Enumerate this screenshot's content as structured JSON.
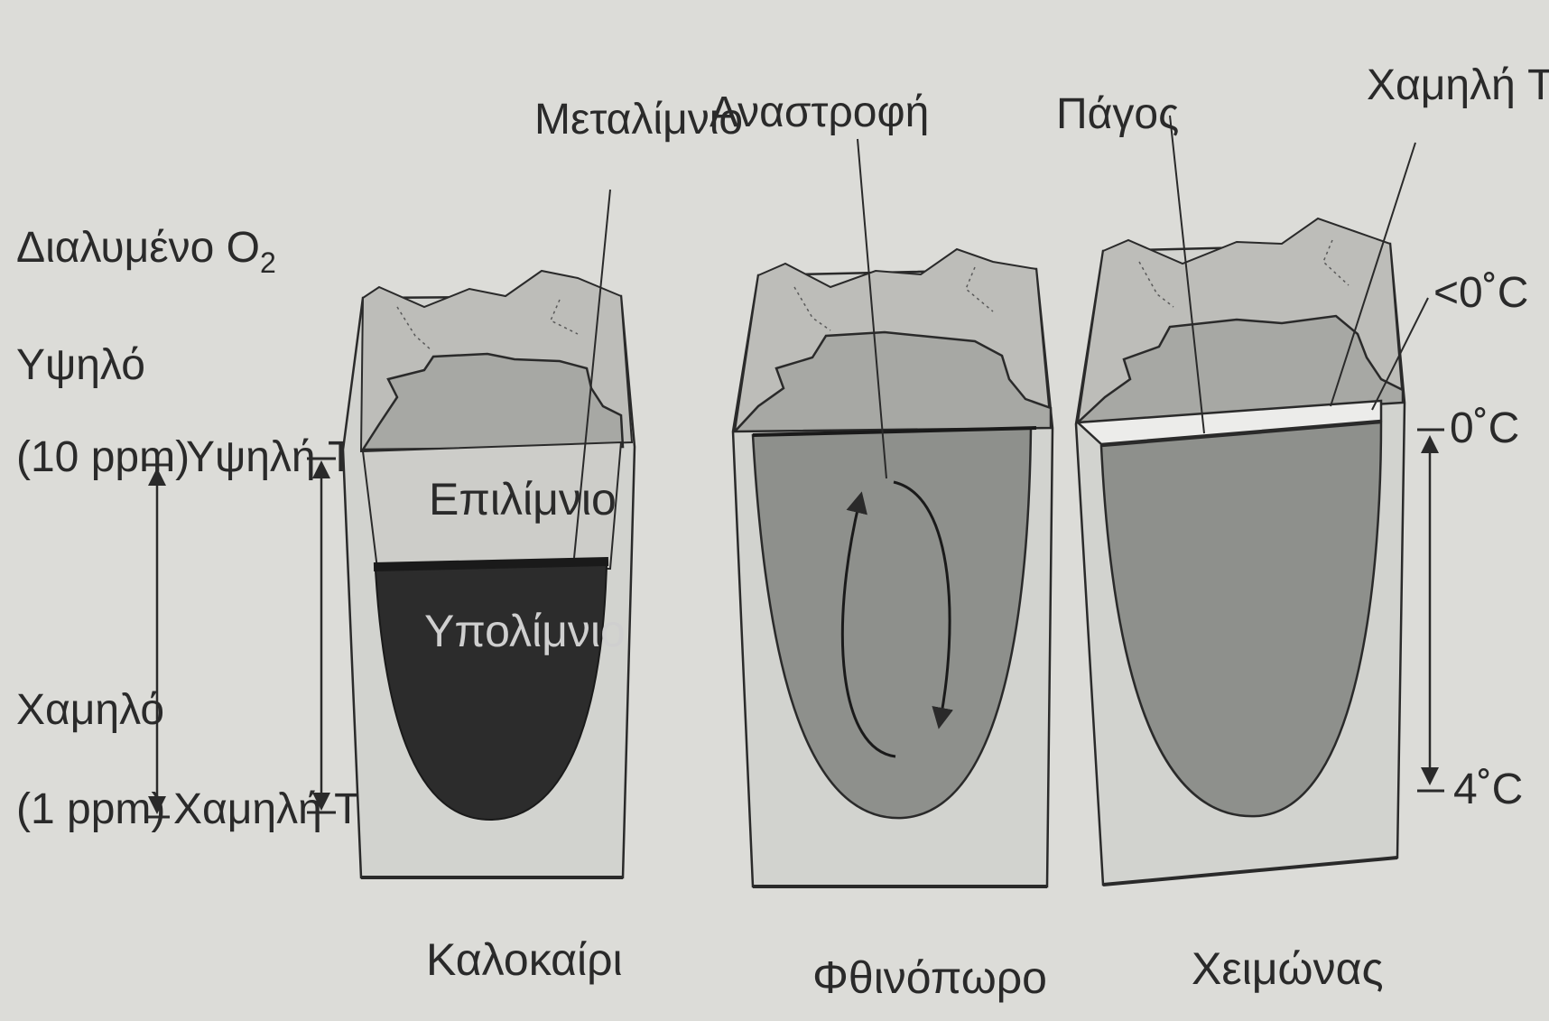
{
  "left_axis": {
    "title": "Διαλυμένο O",
    "title_sub": "2",
    "high_label": "Υψηλό",
    "high_value": "(10 ppm)",
    "low_label": "Χαμηλό",
    "low_value": "(1 ppm)",
    "high_temp": "Υψηλή T",
    "low_temp": "Χαμηλή T"
  },
  "summer": {
    "season": "Καλοκαίρι",
    "epilimnion": "Επιλίμνιο",
    "hypolimnion": "Υπολίμνιο",
    "metalimnion": "Μεταλίμνιο"
  },
  "autumn": {
    "season": "Φθινόπωρο",
    "overturn": "Αναστροφή"
  },
  "winter": {
    "season": "Χειμώνας",
    "ice": "Πάγος",
    "low_temp": "Χαμηλή T",
    "below_zero": "<0˚C",
    "zero": "0˚C",
    "four": "4˚C"
  },
  "colors": {
    "background": "#dcdcd8",
    "block": "#d2d3cf",
    "hill_far": "#bdbdb9",
    "hill_near": "#a7a8a4",
    "epilimnion": "#cdcdc9",
    "hypolimnion": "#2c2c2c",
    "water_mixed": "#8e908c",
    "ink": "#2a2a2a"
  }
}
